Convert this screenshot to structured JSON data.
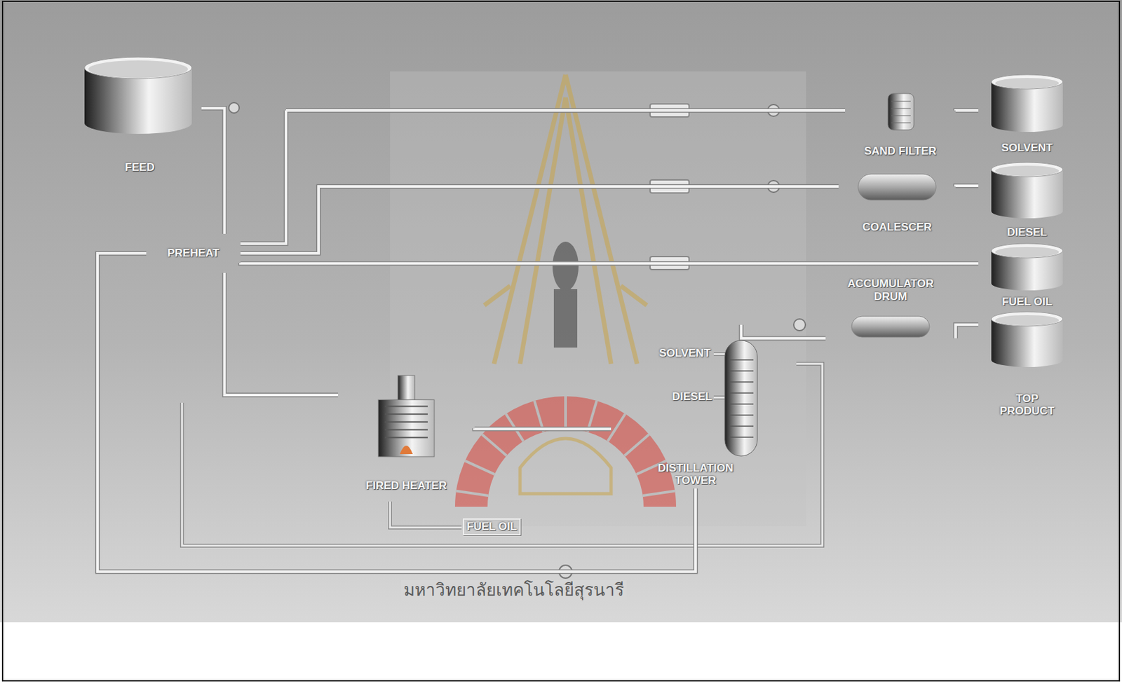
{
  "diagram": {
    "nodes": [
      {
        "text": [
          "FEED"
        ]
      },
      {
        "text": [
          "SAND FILTER"
        ]
      },
      {
        "text": [
          "SOLVENT"
        ]
      },
      {
        "text": [
          "COALESCER"
        ]
      },
      {
        "text": [
          "DIESEL"
        ]
      },
      {
        "text": [
          "PREHEAT"
        ]
      },
      {
        "text": [
          "ACCUMULATOR DRUM"
        ]
      },
      {
        "text": [
          "FUEL OIL"
        ]
      },
      {
        "text": [
          "TOP PRODUCT"
        ]
      },
      {
        "text": [
          "FIRED HEATER"
        ]
      },
      {
        "text": [
          "DISTILLATION TOWER"
        ]
      }
    ],
    "edges": [
      {
        "from": 0,
        "to": 5,
        "arrow": "none"
      },
      {
        "from": 5,
        "to": 9,
        "arrow": "none"
      },
      {
        "from": 9,
        "to": 10,
        "arrow": "none"
      },
      {
        "from": 10,
        "to": 5,
        "arrow": "none"
      },
      {
        "from": 5,
        "to": 1,
        "arrow": "none"
      },
      {
        "from": 1,
        "to": 2,
        "arrow": "none"
      },
      {
        "from": 5,
        "to": 3,
        "arrow": "none"
      },
      {
        "from": 3,
        "to": 4,
        "arrow": "none"
      },
      {
        "from": 5,
        "to": 7,
        "arrow": "none"
      },
      {
        "from": 10,
        "to": 6,
        "arrow": "none"
      },
      {
        "from": 6,
        "to": 8,
        "arrow": "none"
      }
    ],
    "labels": [
      "SOLVENT",
      "DIESEL",
      "FUEL OIL",
      "มหาวิทยาลัยเทคโนโลยีสุรนารี"
    ]
  }
}
